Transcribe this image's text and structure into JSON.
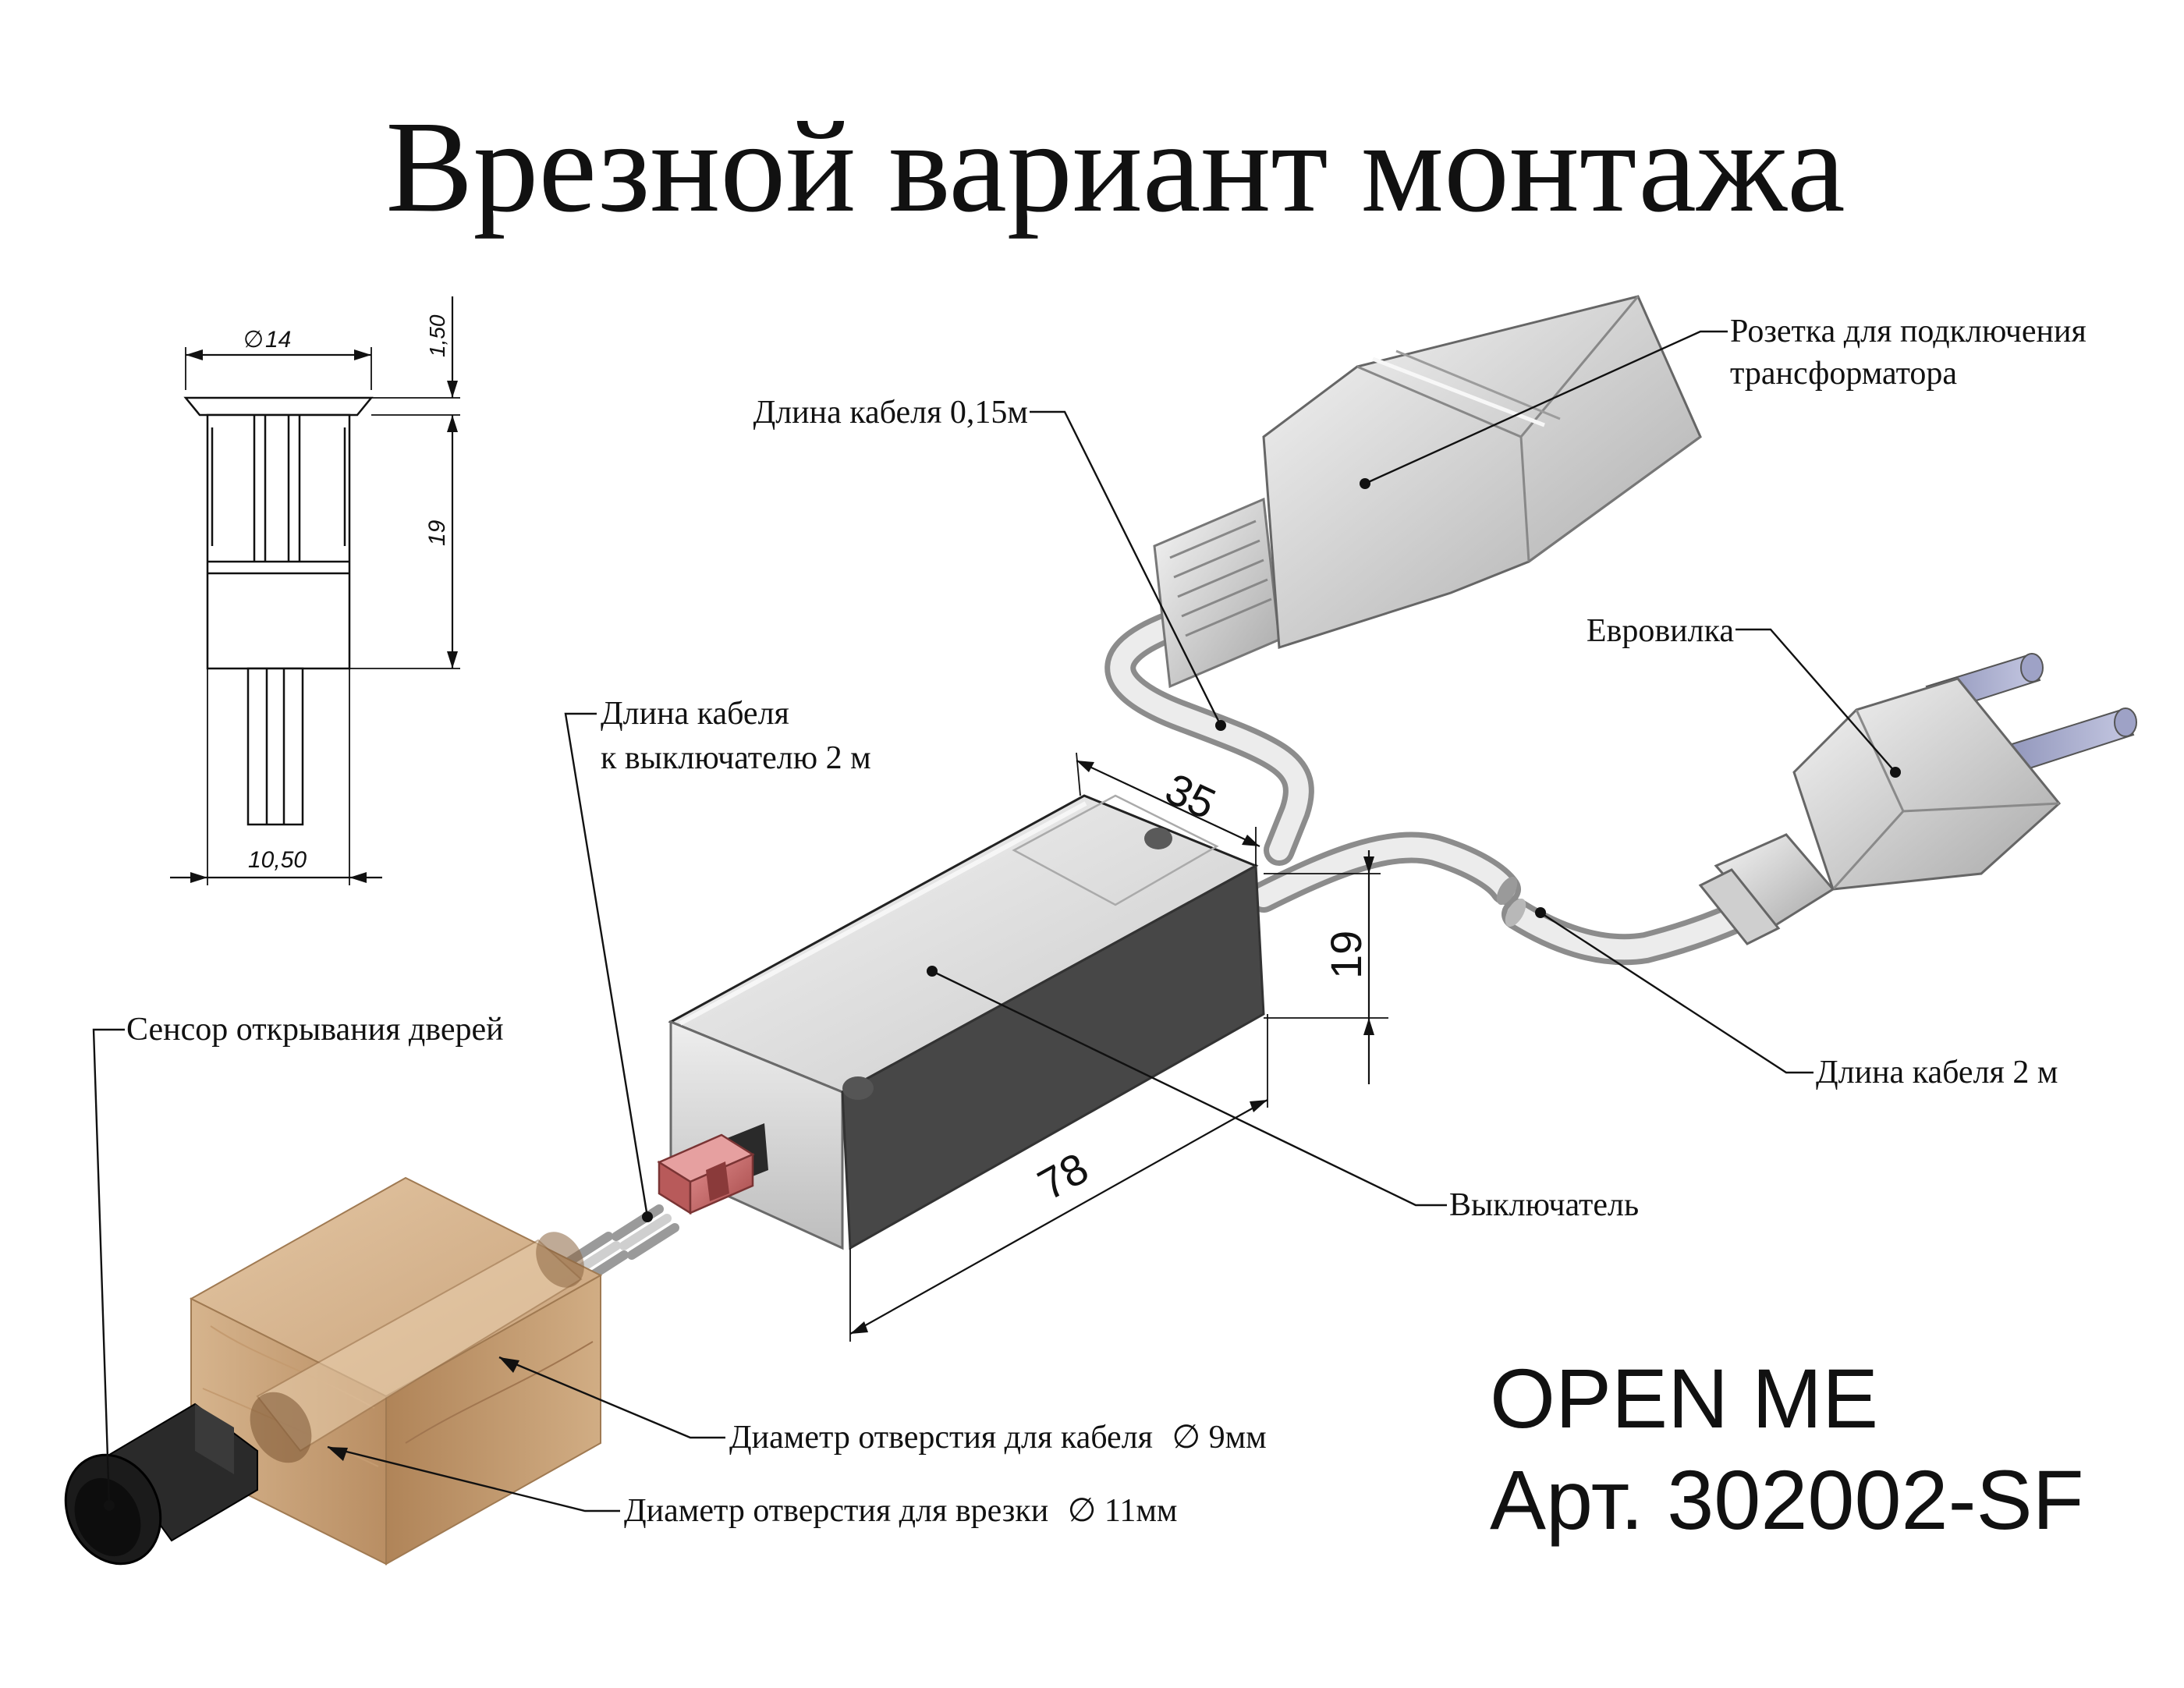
{
  "title": "Врезной вариант монтажа",
  "product": {
    "name": "OPEN ME",
    "article": "Арт. 302002-SF"
  },
  "labels": {
    "socket_line1": "Розетка для подключения",
    "socket_line2": "трансформатора",
    "cable_015": "Длина кабеля 0,15м",
    "euro_plug": "Евровилка",
    "cable_switch_line1": "Длина кабеля",
    "cable_switch_line2": "к выключателю 2 м",
    "sensor": "Сенсор открывания дверей",
    "cable_2m": "Длина кабеля 2 м",
    "switch": "Выключатель",
    "hole_cable": "Диаметр отверстия для кабеля",
    "hole_cable_value": "9мм",
    "hole_insert": "Диаметр отверстия для врезки",
    "hole_insert_value": "11мм",
    "diameter_symbol": "∅"
  },
  "dimensions": {
    "sensor_diameter": "14",
    "sensor_cap": "1,50",
    "sensor_height": "19",
    "sensor_width": "10,50",
    "box_depth": "35",
    "box_height": "19",
    "box_length": "78"
  },
  "colors": {
    "wood": "#c9a27a",
    "connector": "#c86b6b",
    "sensor_body": "#1b1b1b",
    "plastic": "#d4d4d4"
  }
}
